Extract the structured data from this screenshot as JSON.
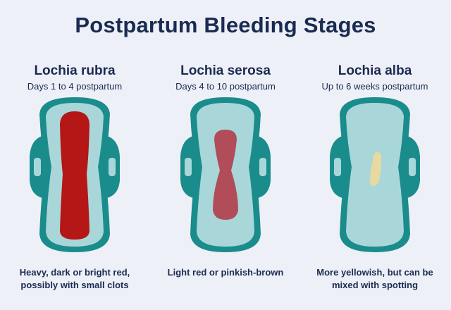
{
  "title": "Postpartum Bleeding Stages",
  "stages": [
    {
      "name": "Lochia rubra",
      "days": "Days 1 to 4 postpartum",
      "description_line1": "Heavy, dark or bright red,",
      "description_line2": "possibly with small clots",
      "stain_color": "#b51616"
    },
    {
      "name": "Lochia serosa",
      "days": "Days 4 to 10 postpartum",
      "description_line1": "Light red or pinkish-brown",
      "description_line2": "",
      "stain_color": "#b04d58"
    },
    {
      "name": "Lochia alba",
      "days": "Up to 6 weeks postpartum",
      "description_line1": "More yellowish, but can be",
      "description_line2": "mixed with spotting",
      "stain_color": "#e8d9a0"
    }
  ],
  "colors": {
    "background": "#eef0f7",
    "pad_outer": "#1a8c8c",
    "pad_inner": "#a9d7d9",
    "text": "#1a2b52"
  }
}
